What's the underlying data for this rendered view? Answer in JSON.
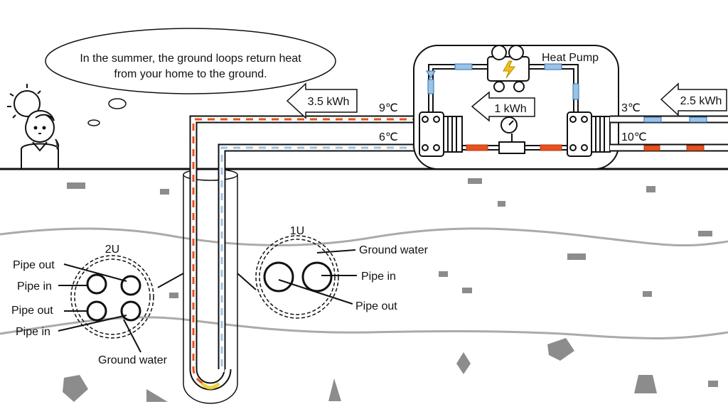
{
  "bubble": {
    "line1": "In the summer, the ground loops return heat",
    "line2": "from your home to the ground."
  },
  "heat_pump": {
    "label": "Heat Pump"
  },
  "energy": {
    "ground": "3.5 kWh",
    "compressor": "1 kWh",
    "house": "2.5 kWh"
  },
  "temps": {
    "ground_hot": "9℃",
    "ground_cold": "6℃",
    "house_cold": "3℃",
    "house_hot": "10℃"
  },
  "loops": {
    "two_u": {
      "title": "2U",
      "pipe_out_1": "Pipe out",
      "pipe_in_1": "Pipe in",
      "pipe_out_2": "Pipe out",
      "pipe_in_2": "Pipe in",
      "ground_water": "Ground water"
    },
    "one_u": {
      "title": "1U",
      "ground_water": "Ground water",
      "pipe_in": "Pipe in",
      "pipe_out": "Pipe out"
    }
  },
  "colors": {
    "hot": "#e8501e",
    "cold": "#9cc3e6",
    "rock": "#8c8c8c",
    "line": "#111111"
  },
  "icons": [
    "sun-icon",
    "person-icon",
    "speech-bubble-icon",
    "compressor-icon",
    "gear-icon",
    "lightning-icon",
    "pressure-gauge-icon",
    "heat-exchanger-icon",
    "expansion-valve-icon"
  ]
}
